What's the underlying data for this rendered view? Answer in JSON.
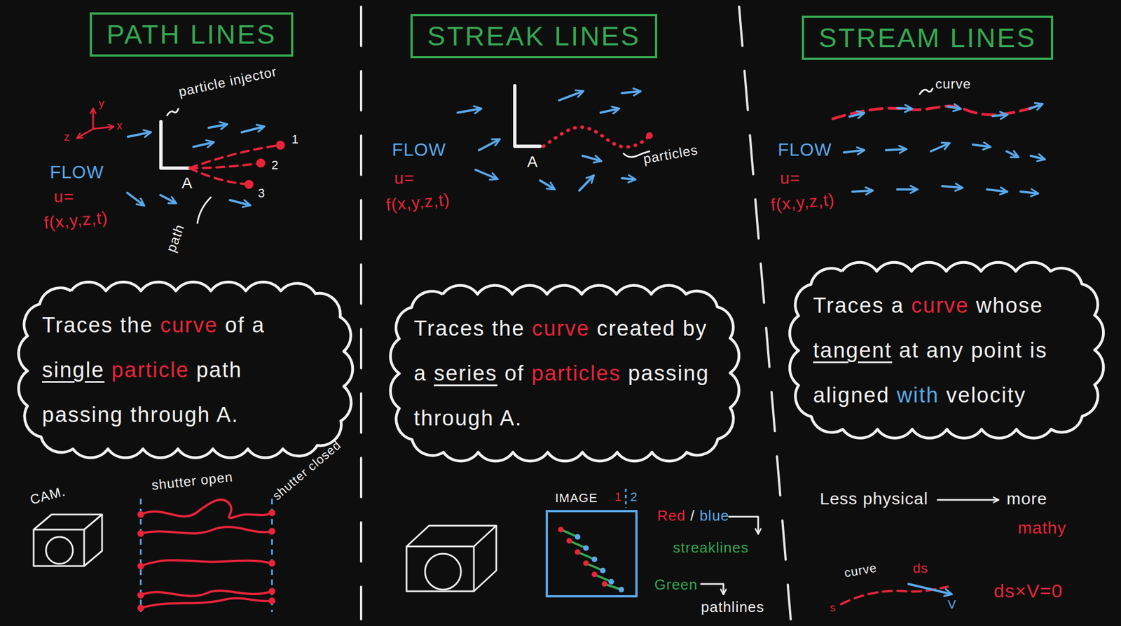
{
  "diagram": {
    "nodes": [
      {
        "text": [
          "PATH LINES"
        ]
      },
      {
        "text": [
          "STREAK LINES"
        ]
      },
      {
        "text": [
          "STREAM LINES"
        ]
      },
      {
        "text": [
          "Traces the curve of a single particle path passing through A."
        ]
      },
      {
        "text": [
          "Traces the curve created by a series of particles passing through A."
        ]
      },
      {
        "text": [
          "Traces a curve whose tangent at any point is aligned with velocity"
        ]
      }
    ],
    "labels": [
      "y",
      "x",
      "z",
      "particle injector",
      "FLOW",
      "u=",
      "f(x,y,z,t)",
      "A",
      "1",
      "2",
      "3",
      "path",
      "CAM.",
      "shutter open",
      "shutter closed",
      "FLOW",
      "u=",
      "f(x,y,z,t)",
      "A",
      "particles",
      "IMAGE",
      "1",
      "2",
      "Red / blue",
      "streaklines",
      "Green",
      "pathlines",
      "curve",
      "FLOW",
      "u=",
      "f(x,y,z,t)",
      "Less physical",
      "more",
      "mathy",
      "curve",
      "ds",
      "s",
      "V",
      "ds×V=0"
    ]
  }
}
